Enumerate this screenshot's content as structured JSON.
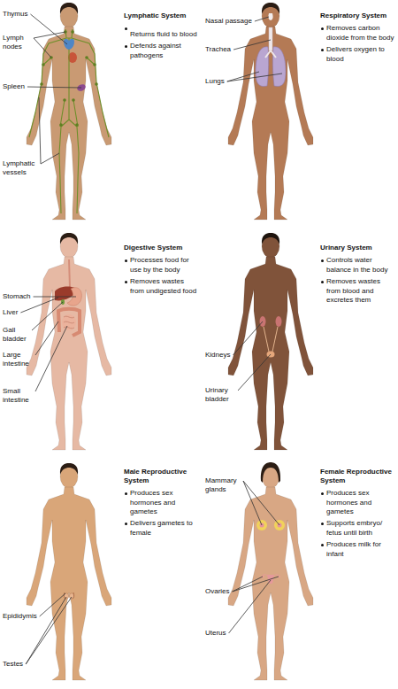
{
  "diagram": {
    "labels": [
      "Lymphatic System",
      "Returns fluid to blood",
      "Defends against pathogens",
      "Thymus",
      "Lymph nodes",
      "Spleen",
      "Lymphatic vessels",
      "Respiratory System",
      "Removes carbon dioxide from the body",
      "Delivers oxygen to blood",
      "Nasal passage",
      "Trachea",
      "Lungs",
      "Digestive System",
      "Processes food for use by the body",
      "Removes wastes from undigested food",
      "Stomach",
      "Liver",
      "Gall bladder",
      "Large intestine",
      "Small intestine",
      "Urinary System",
      "Controls water balance in the body",
      "Removes wastes from blood and excretes them",
      "Kidneys",
      "Urinary bladder",
      "Male Reproductive System",
      "Produces sex hormones and gametes",
      "Delivers gametes to female",
      "Epididymis",
      "Testes",
      "Female Reproductive System",
      "Produces sex hormones and gametes",
      "Supports embryo/ fetus until birth",
      "Produces milk for infant",
      "Mammary glands",
      "Ovaries",
      "Uterus"
    ]
  }
}
